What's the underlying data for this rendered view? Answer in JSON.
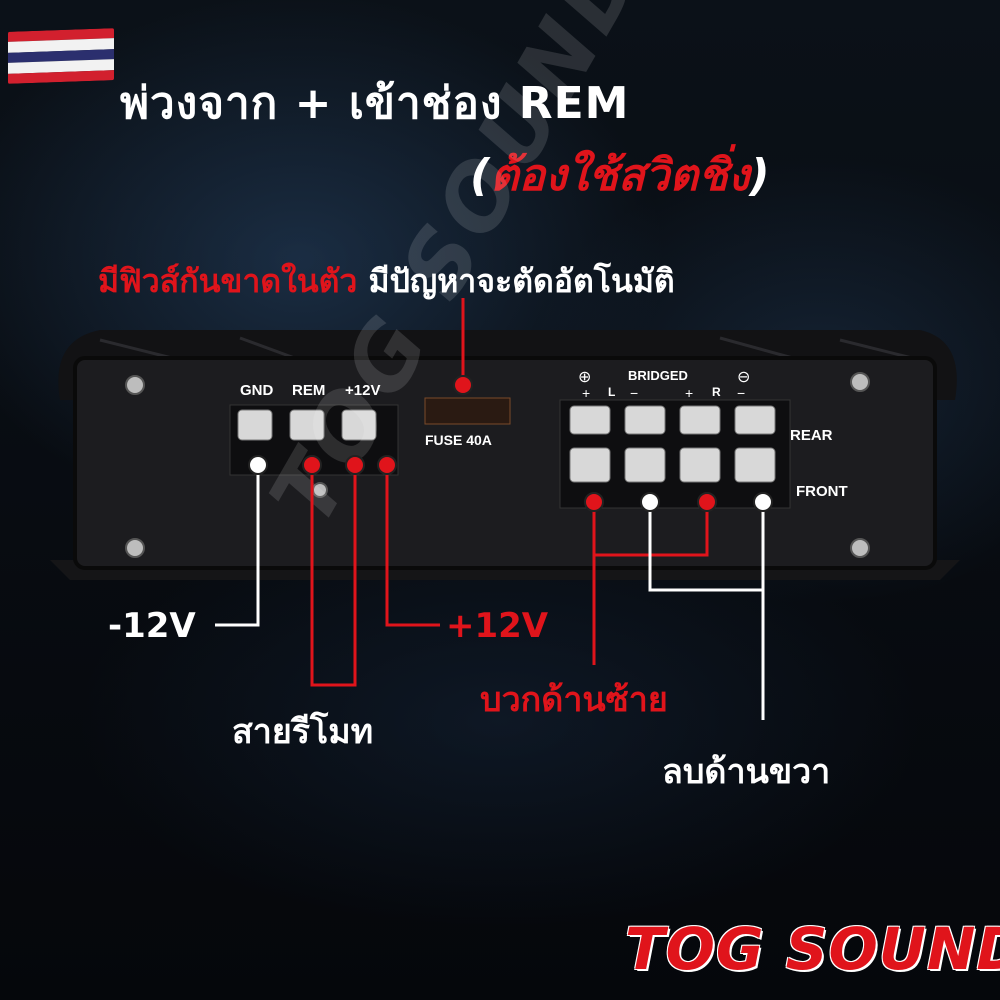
{
  "header": {
    "title_line1": "พ่วงจาก + เข้าช่อง REM",
    "title_line2_open": "(",
    "title_line2_red": "ต้องใช้สวิตชิ่ง",
    "title_line2_close": ")"
  },
  "subtitle": {
    "red_part": "มีฟิวส์กันขาดในตัว",
    "white_part": "มีปัญหาจะตัดอัตโนมัติ"
  },
  "amplifier": {
    "power_terminal_labels": [
      "GND",
      "REM",
      "+12V"
    ],
    "fuse_label": "FUSE 40A",
    "bridged_label": "BRIDGED",
    "plus_symbol": "⊕",
    "minus_symbol": "⊖",
    "channel_left": "L",
    "channel_right": "R",
    "plus_sign": "+",
    "minus_sign": "−",
    "rear_label": "REAR",
    "front_label": "FRONT"
  },
  "callouts": {
    "negative_12v": "-12V",
    "remote_wire": "สายรีโมท",
    "positive_12v": "+12V",
    "positive_left": "บวกด้านซ้าย",
    "negative_right": "ลบด้านขวา"
  },
  "watermark": "TOG SOUND",
  "logo": "TOG SOUND",
  "colors": {
    "accent_red": "#e0141b",
    "text_white": "#ffffff",
    "amp_body": "#1a1a1c"
  }
}
